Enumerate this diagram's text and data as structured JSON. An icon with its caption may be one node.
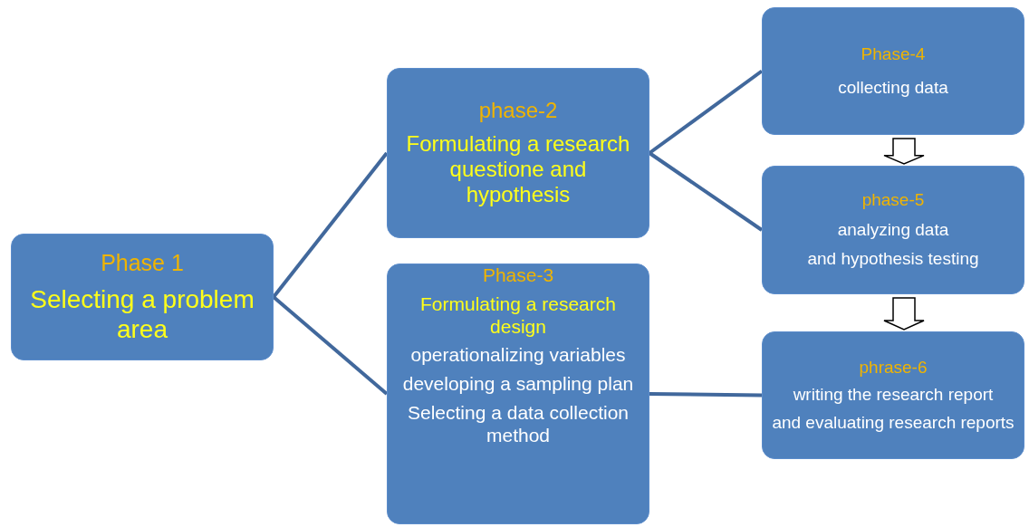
{
  "diagram": {
    "nodes": [
      {
        "text": [
          "Phase 1",
          "Selecting a problem area"
        ]
      },
      {
        "text": [
          "phase-2",
          "Formulating a research questione and hypothesis"
        ]
      },
      {
        "text": [
          "Phase-3",
          "Formulating a research design",
          "operationalizing variables",
          "developing a sampling plan",
          "Selecting a data collection method"
        ]
      },
      {
        "text": [
          "Phase-4",
          "collecting data"
        ]
      },
      {
        "text": [
          "phase-5",
          "analyzing data",
          "and hypothesis testing"
        ]
      },
      {
        "text": [
          "phrase-6",
          "writing the research report",
          "and evaluating research reports"
        ]
      }
    ],
    "edges": [
      {
        "from": 0,
        "to": 1,
        "arrow": "none"
      },
      {
        "from": 0,
        "to": 2,
        "arrow": "none"
      },
      {
        "from": 1,
        "to": 3,
        "arrow": "none"
      },
      {
        "from": 1,
        "to": 4,
        "arrow": "none"
      },
      {
        "from": 2,
        "to": 5,
        "arrow": "none"
      },
      {
        "from": 3,
        "to": 4,
        "arrow": "to"
      },
      {
        "from": 4,
        "to": 5,
        "arrow": "to"
      }
    ]
  }
}
